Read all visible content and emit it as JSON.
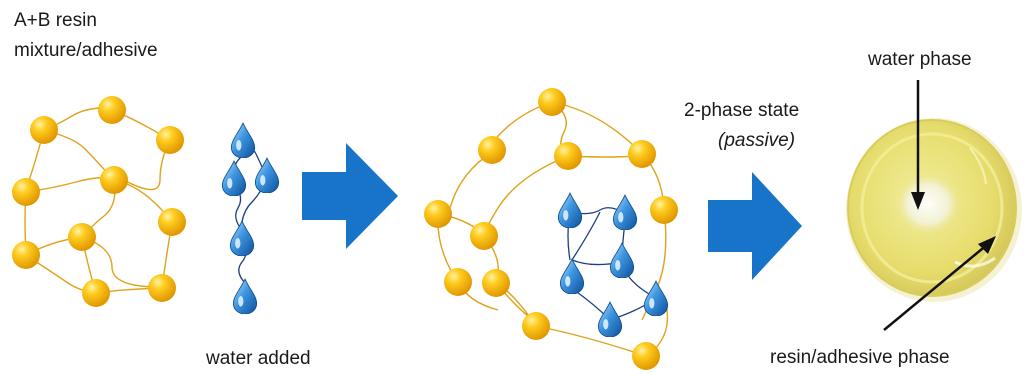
{
  "labels": {
    "resin_line1": "A+B resin",
    "resin_line2": "mixture/adhesive",
    "water_added": "water added",
    "two_phase_line1": "2-phase state",
    "two_phase_line2": "(passive)",
    "water_phase": "water phase",
    "resin_phase": "resin/adhesive phase"
  },
  "colors": {
    "resin_bead": "#f5b800",
    "resin_link": "#e0a21a",
    "water_drop": "#1f73c4",
    "water_link": "#1b3f86",
    "arrow": "#1774c9",
    "disc": "#e9e07a"
  },
  "icons": {
    "bead": "sphere",
    "droplet": "water-drop",
    "process_arrow": "right-block-arrow"
  }
}
